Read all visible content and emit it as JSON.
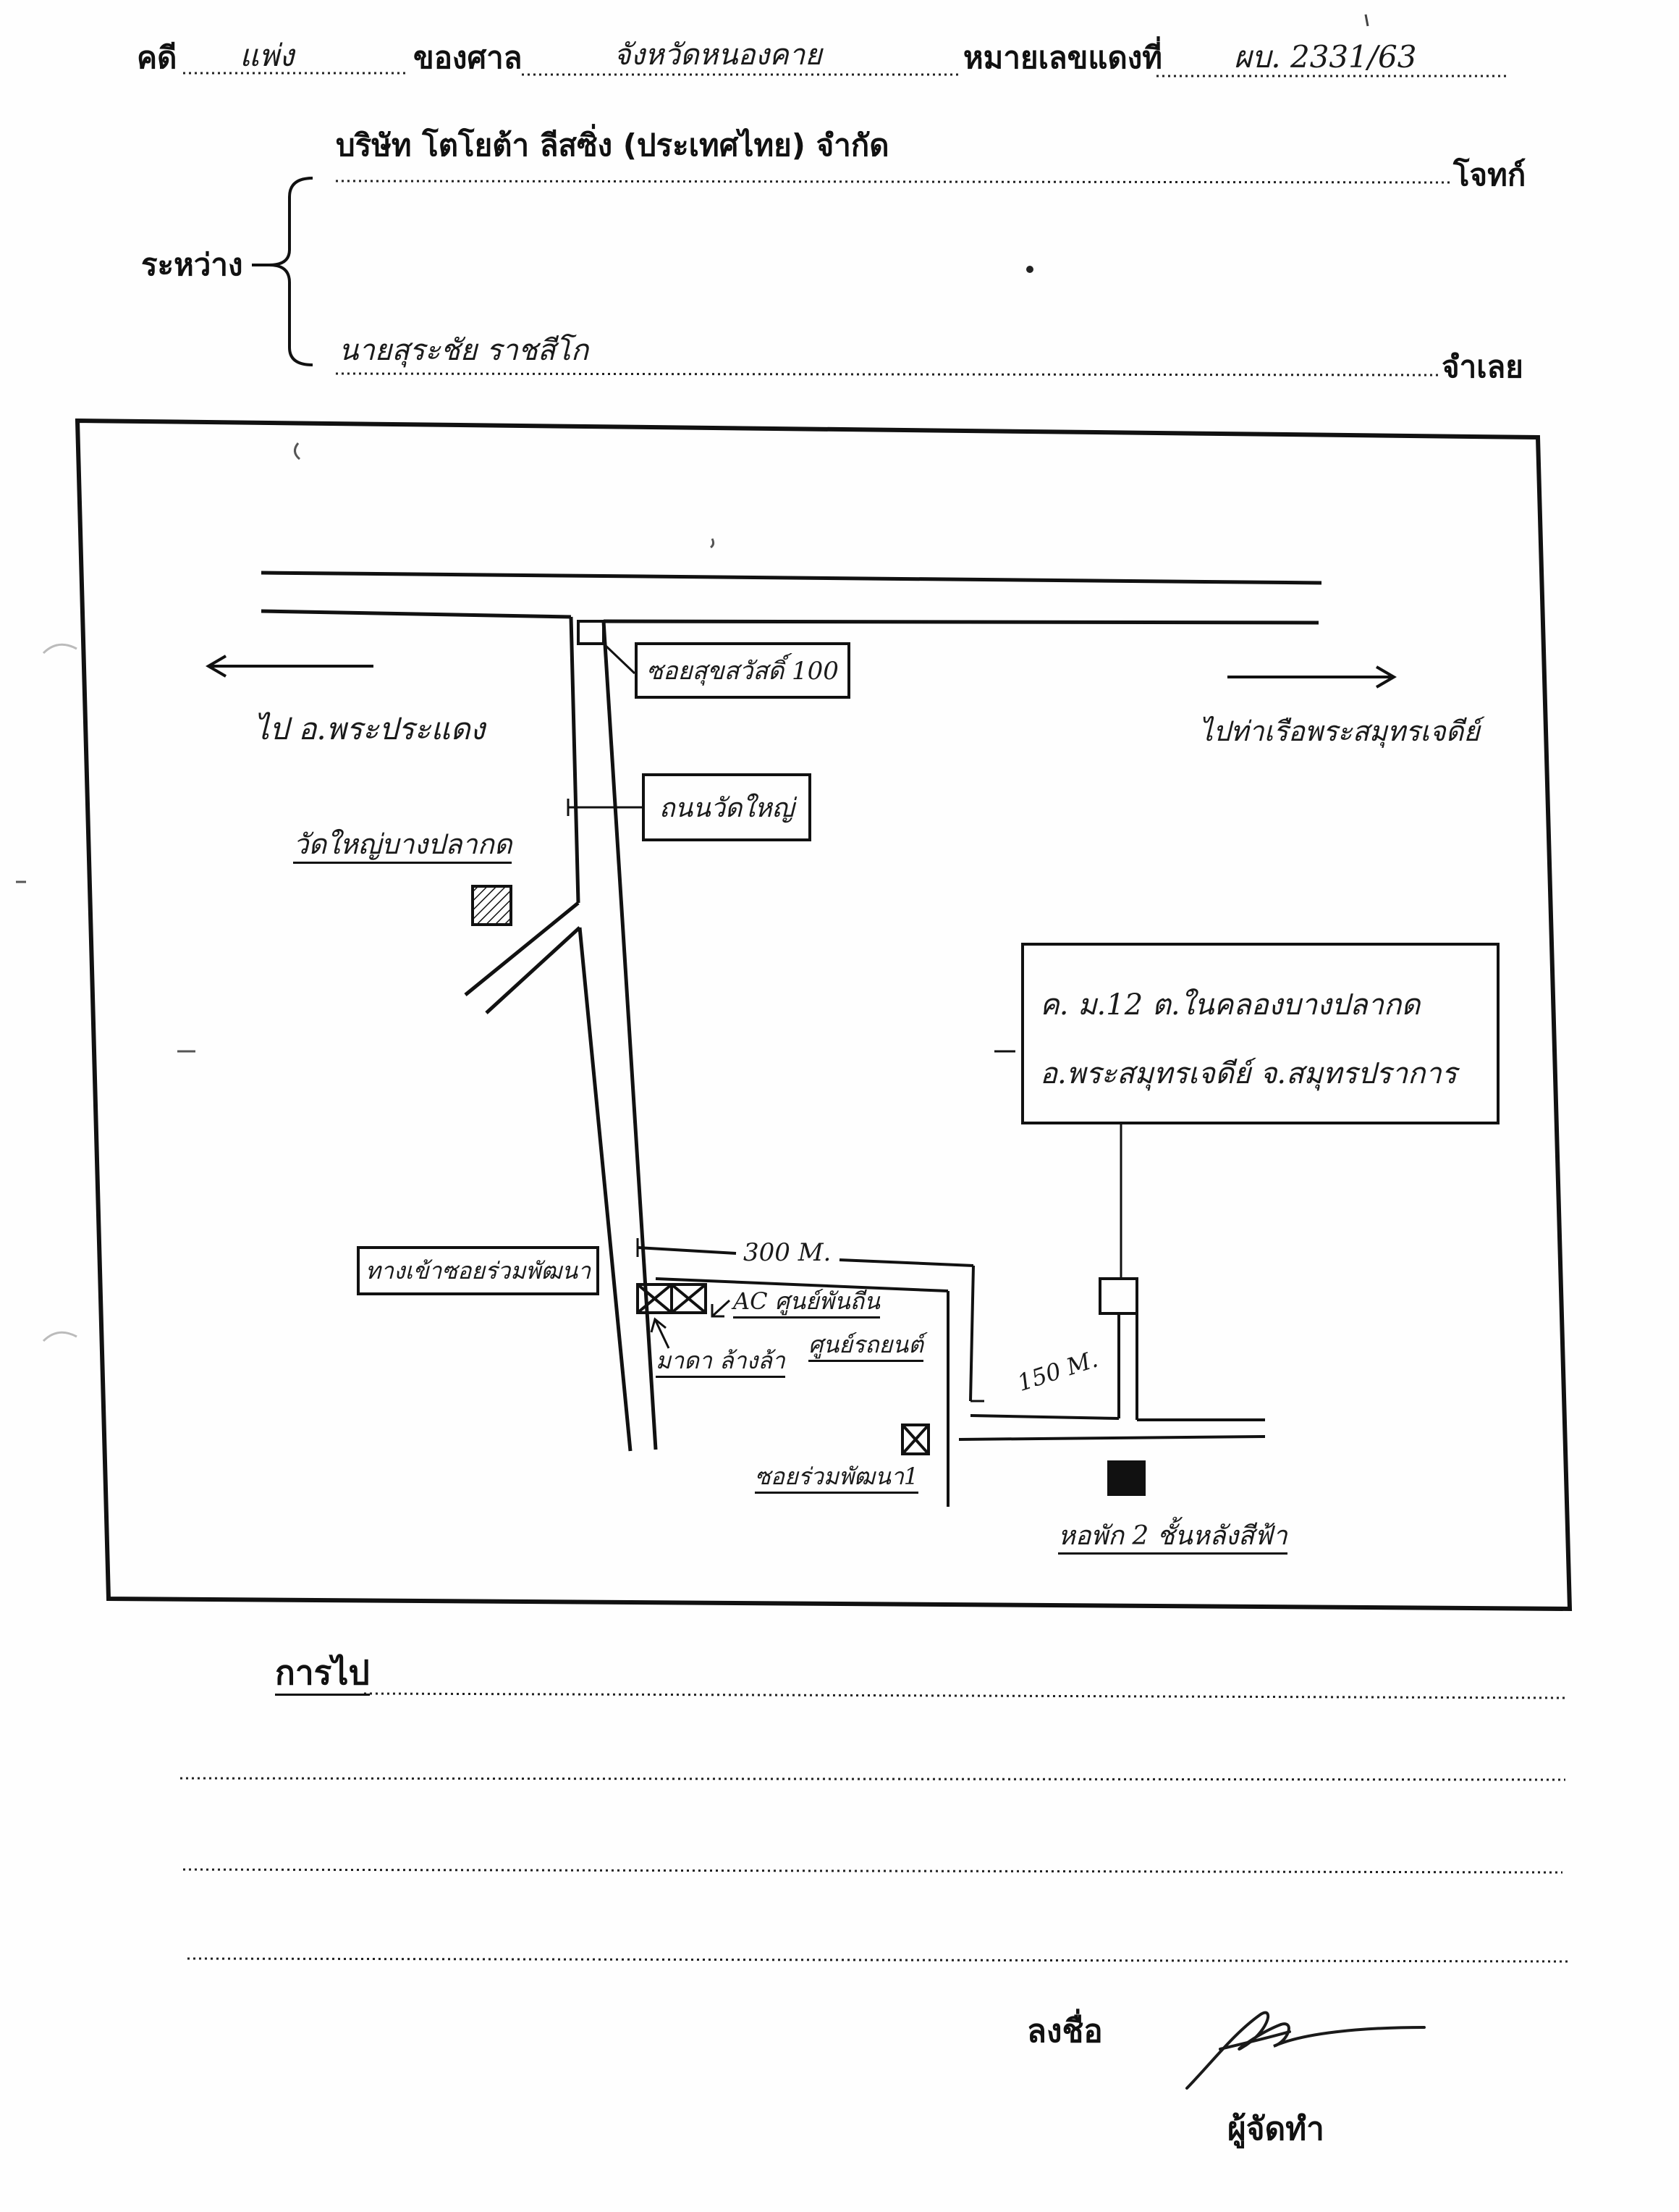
{
  "header": {
    "case_label": "คดี",
    "case_type": "แพ่ง",
    "court_label": "ของศาล",
    "court_name": "จังหวัดหนองคาย",
    "red_number_label": "หมายเลขแดงที่",
    "red_number": "ผบ. 2331/63"
  },
  "parties": {
    "between_label": "ระหว่าง",
    "plaintiff_name": "บริษัท โตโยต้า ลีสซิ่ง (ประเทศไทย) จำกัด",
    "plaintiff_label": "โจทก์",
    "defendant_name": "นายสุระชัย ราชสีโก",
    "defendant_label": "จำเลย"
  },
  "map": {
    "to_west": "ไป อ.พระประแดง",
    "to_east": "ไปท่าเรือพระสมุทรเจดีย์",
    "soi_sukhsawat": "ซอยสุขสวัสดิ์ 100",
    "wat_yai_road": "ถนนวัดใหญ่",
    "temple": "วัดใหญ่บางปลากด",
    "address_line1": "ค. ม.12 ต.ในคลองบางปลากด",
    "address_line2": "อ.พระสมุทรเจดีย์ จ.สมุทรปราการ",
    "soi_entrance": "ทางเข้าซอยร่วมพัฒนา",
    "distance_1": "300 M.",
    "distance_2": "150 M.",
    "landmark_ac": "AC ศูนย์พันถีน",
    "landmark_ac_sub": "ศูนย์รถยนต์",
    "landmark_wash": "มาดา ล้างล้า",
    "soi_name": "ซอยร่วมพัฒนา1",
    "destination": "หอพัก 2 ชั้นหลังสีฟ้า"
  },
  "directions": {
    "label": "การไป"
  },
  "signature": {
    "label": "ลงชื่อ",
    "role": "ผู้จัดทำ"
  }
}
